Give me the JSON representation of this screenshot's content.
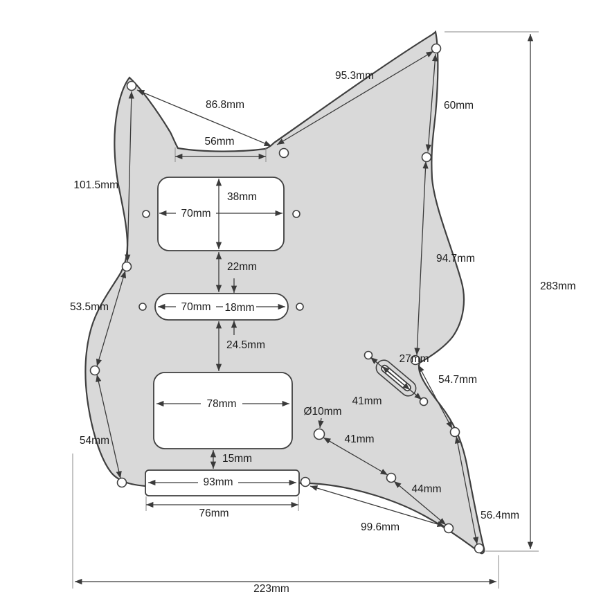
{
  "diagram": {
    "title": "Guitar pickguard dimension drawing",
    "unit": "mm",
    "colors": {
      "background": "#ffffff",
      "pickguard_fill": "#d9d9d9",
      "outline": "#3f3f3f",
      "dimension_line": "#3a3a3a",
      "text": "#1c1c1c"
    },
    "labels": {
      "d95_3": "95.3mm",
      "d86_8": "86.8mm",
      "d56": "56mm",
      "d60": "60mm",
      "d101_5": "101.5mm",
      "d38": "38mm",
      "d70_top": "70mm",
      "d22": "22mm",
      "d70_mid": "70mm",
      "d18": "18mm",
      "d24_5": "24.5mm",
      "d53_5": "53.5mm",
      "d94_7": "94.7mm",
      "d283": "283mm",
      "d54_7": "54.7mm",
      "d27": "27mm",
      "d41_slot": "41mm",
      "d78": "78mm",
      "d10": "Ø10mm",
      "d41_hole": "41mm",
      "d54": "54mm",
      "d15": "15mm",
      "d93": "93mm",
      "d44": "44mm",
      "d56_4": "56.4mm",
      "d76": "76mm",
      "d99_6": "99.6mm",
      "d223": "223mm"
    }
  }
}
